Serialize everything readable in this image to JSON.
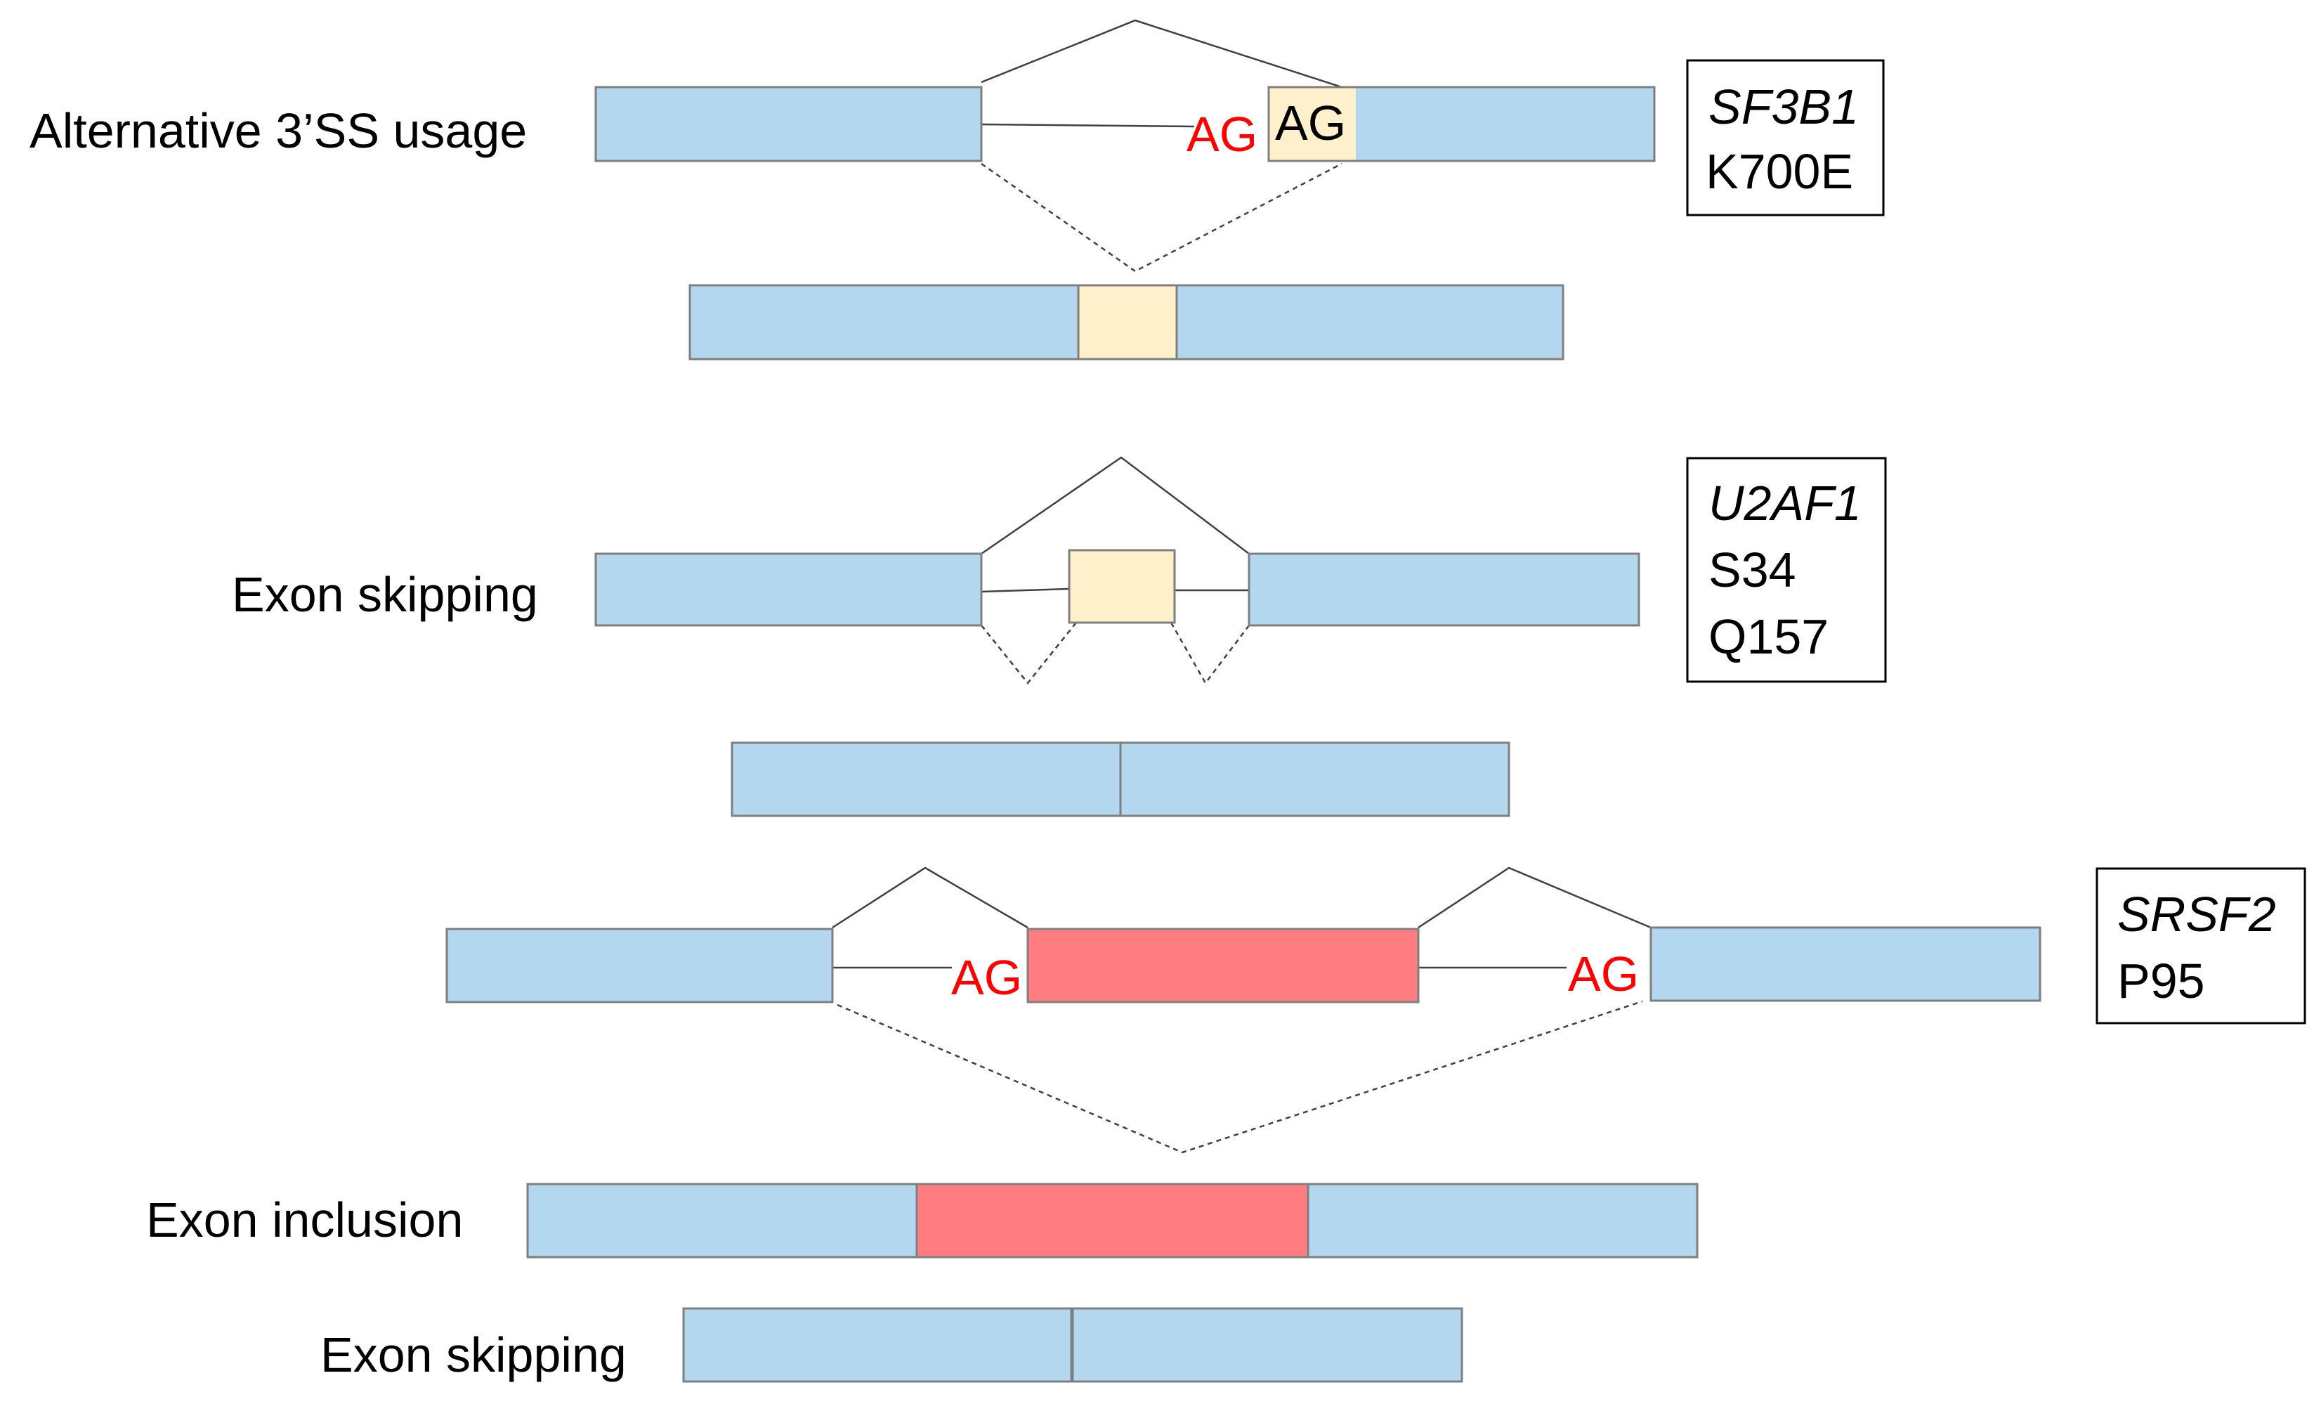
{
  "colors": {
    "constitutive_exon": "#b3d7ef",
    "alternative_exon": "#fff0cc",
    "cassette_exon": "#ff7d80",
    "splice_site_text": "#ff0000",
    "line": "#404040"
  },
  "labels": {
    "alt_3ss": "Alternative 3’SS usage",
    "exon_skipping_1": "Exon skipping",
    "exon_inclusion": "Exon inclusion",
    "exon_skipping_2": "Exon skipping"
  },
  "splice_sites": {
    "panel1_proximal": "AG",
    "panel1_distal": "AG",
    "panel3_left": "AG",
    "panel3_right": "AG"
  },
  "genes": {
    "sf3b1": {
      "name": "SF3B1",
      "mutations": [
        "K700E"
      ]
    },
    "u2af1": {
      "name": "U2AF1",
      "mutations": [
        "S34",
        "Q157"
      ]
    },
    "srsf2": {
      "name": "SRSF2",
      "mutations": [
        "P95"
      ]
    }
  }
}
